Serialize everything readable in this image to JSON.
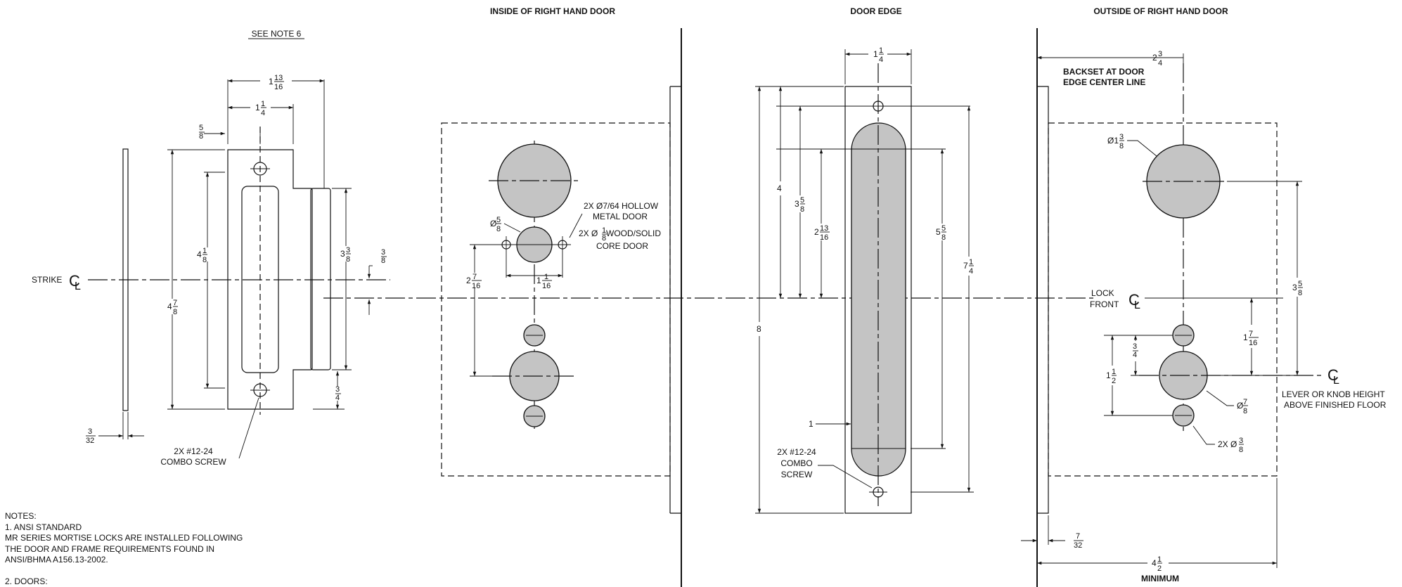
{
  "headers": {
    "inside": "INSIDE OF RIGHT HAND DOOR",
    "edge": "DOOR EDGE",
    "outside": "OUTSIDE OF RIGHT HAND DOOR"
  },
  "labels": {
    "see_note": "SEE NOTE 6",
    "strike": "STRIKE",
    "backset_1": "BACKSET AT DOOR",
    "backset_2": "EDGE CENTER LINE",
    "lock_1": "LOCK",
    "lock_2": "FRONT",
    "lever_1": "LEVER OR KNOB HEIGHT",
    "lever_2": "ABOVE FINISHED FLOOR",
    "combo_strike_1": "2X #12-24",
    "combo_strike_2": "COMBO SCREW",
    "hollow_1": "2X Ø7/64 HOLLOW",
    "hollow_2": "METAL DOOR",
    "wood_1": "2X Ø",
    "wood_1b": " WOOD/SOLID",
    "wood_2": "CORE DOOR",
    "combo_edge_1": "2X #12-24",
    "combo_edge_2": "COMBO",
    "combo_edge_3": "SCREW",
    "minimum": "MINIMUM",
    "two_x_dia": "2X Ø",
    "dia": "Ø",
    "cl_c": "C",
    "cl_l": "L"
  },
  "dims": {
    "d_1_13_16": {
      "w": "1",
      "n": "13",
      "d": "16"
    },
    "d_1_1_4_strike": {
      "w": "1",
      "n": "1",
      "d": "4"
    },
    "d_5_8": {
      "w": "",
      "n": "5",
      "d": "8"
    },
    "d_4_1_8": {
      "w": "4",
      "n": "1",
      "d": "8"
    },
    "d_4_7_8": {
      "w": "4",
      "n": "7",
      "d": "8"
    },
    "d_3_3_8": {
      "w": "3",
      "n": "3",
      "d": "8"
    },
    "d_3_8_side": {
      "w": "",
      "n": "3",
      "d": "8"
    },
    "d_3_4_strike": {
      "w": "",
      "n": "3",
      "d": "4"
    },
    "d_3_32": {
      "w": "",
      "n": "3",
      "d": "32"
    },
    "d_dia_5_8": {
      "w": "Ø",
      "n": "5",
      "d": "8"
    },
    "d_2_7_16": {
      "w": "2",
      "n": "7",
      "d": "16"
    },
    "d_1_1_16": {
      "w": "1",
      "n": "1",
      "d": "16"
    },
    "d_wood_frac": {
      "n": "1",
      "d": "8"
    },
    "d_1_1_4_edge": {
      "w": "1",
      "n": "1",
      "d": "4"
    },
    "d_4": {
      "w": "4",
      "n": "",
      "d": ""
    },
    "d_3_5_8_edge": {
      "w": "3",
      "n": "5",
      "d": "8"
    },
    "d_2_13_16": {
      "w": "2",
      "n": "13",
      "d": "16"
    },
    "d_5_5_8": {
      "w": "5",
      "n": "5",
      "d": "8"
    },
    "d_7_1_4": {
      "w": "7",
      "n": "1",
      "d": "4"
    },
    "d_8": {
      "w": "8",
      "n": "",
      "d": ""
    },
    "d_1": {
      "w": "1",
      "n": "",
      "d": ""
    },
    "d_2_3_4": {
      "w": "2",
      "n": "3",
      "d": "4"
    },
    "d_dia_1_3_8": {
      "w": "Ø1",
      "n": "3",
      "d": "8"
    },
    "d_3_5_8_out": {
      "w": "3",
      "n": "5",
      "d": "8"
    },
    "d_1_7_16": {
      "w": "1",
      "n": "7",
      "d": "16"
    },
    "d_3_4_out": {
      "w": "",
      "n": "3",
      "d": "4"
    },
    "d_1_1_2": {
      "w": "1",
      "n": "1",
      "d": "2"
    },
    "d_dia_7_8": {
      "w": "Ø",
      "n": "7",
      "d": "8"
    },
    "d_3_8_out": {
      "n": "3",
      "d": "8"
    },
    "d_7_32": {
      "w": "",
      "n": "7",
      "d": "32"
    },
    "d_4_1_2": {
      "w": "4",
      "n": "1",
      "d": "2"
    }
  },
  "notes": [
    "NOTES:",
    "1.  ANSI STANDARD",
    "MR SERIES MORTISE LOCKS ARE INSTALLED FOLLOWING",
    "THE DOOR AND FRAME REQUIREMENTS FOUND IN",
    "ANSI/BHMA A156.13-2002.",
    "",
    "2.  DOORS:"
  ]
}
